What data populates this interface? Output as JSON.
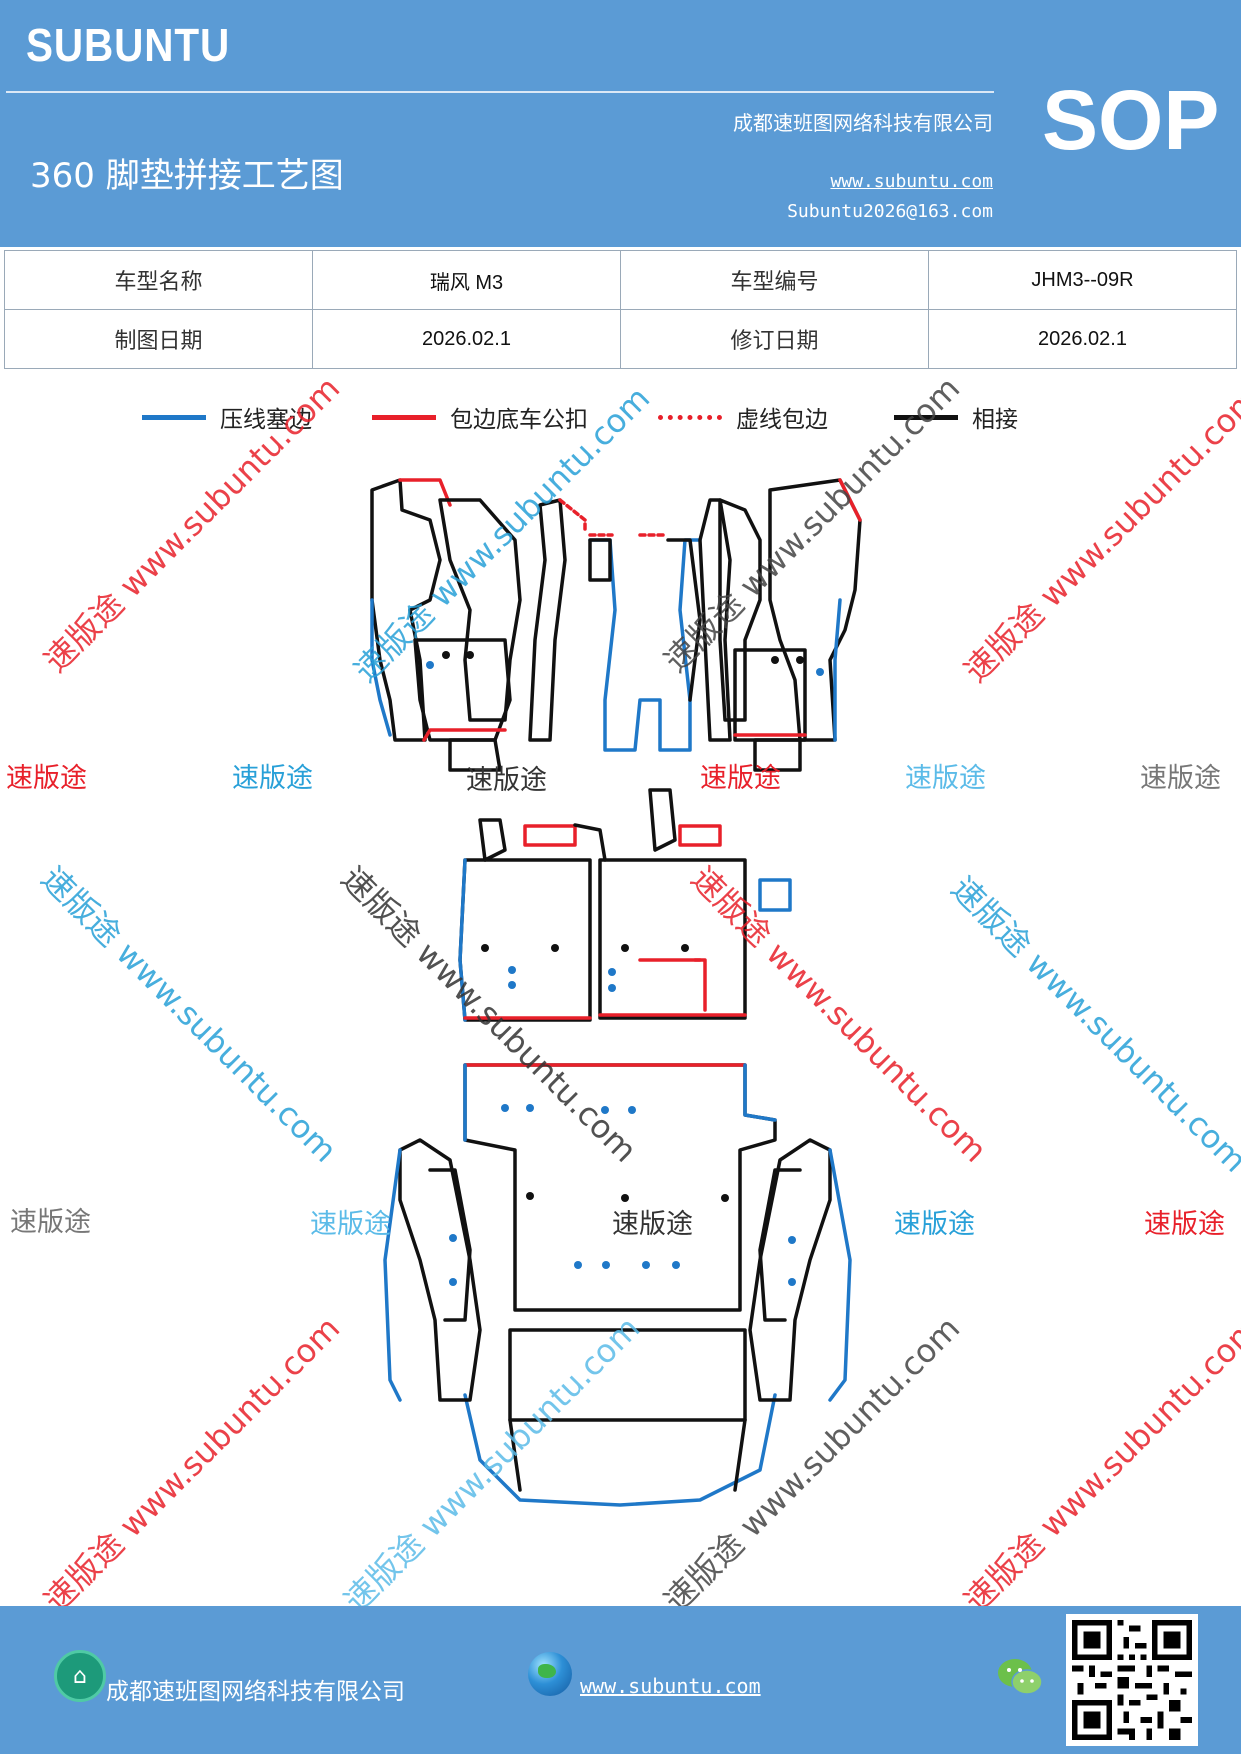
{
  "header": {
    "brand": "SUBUNTU",
    "title": "360 脚垫拼接工艺图",
    "company": "成都速班图网络科技有限公司",
    "website": "www.subuntu.com",
    "email": "Subuntu2026@163.com",
    "badge": "SOP",
    "bg_color": "#5b9bd5"
  },
  "meta_table": {
    "model_name_label": "车型名称",
    "model_name_value": "瑞风 M3",
    "model_code_label": "车型编号",
    "model_code_value": "JHM3--09R",
    "draw_date_label": "制图日期",
    "draw_date_value": "2026.02.1",
    "revise_date_label": "修订日期",
    "revise_date_value": "2026.02.1"
  },
  "legend": [
    {
      "label": "压线塞边",
      "color": "#1f78c8",
      "style": "solid"
    },
    {
      "label": "包边底车公扣",
      "color": "#e8202a",
      "style": "solid"
    },
    {
      "label": "虚线包边",
      "color": "#e8202a",
      "style": "dotted"
    },
    {
      "label": "相接",
      "color": "#111111",
      "style": "solid"
    }
  ],
  "watermarks": {
    "brand_cn": "速版途",
    "url_text": "www.subuntu.com",
    "diag_text": "速版途 www.subuntu.com"
  },
  "footer": {
    "company": "成都速班图网络科技有限公司",
    "website": "www.subuntu.com",
    "home_icon": "home-icon",
    "globe_icon": "globe-icon",
    "wechat_icon": "wechat-icon",
    "qr_icon": "qr-code-icon"
  }
}
